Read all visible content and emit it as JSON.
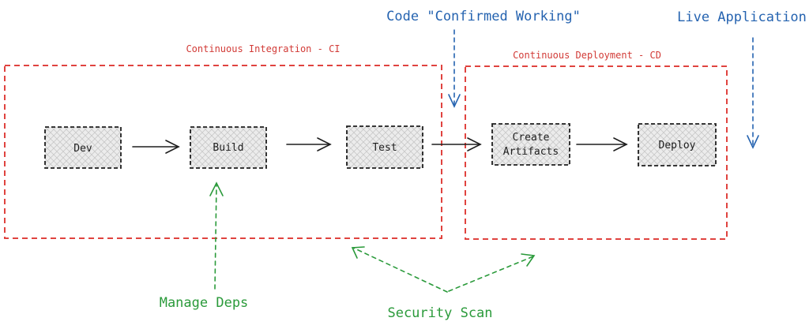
{
  "groups": {
    "ci": {
      "label": "Continuous Integration - CI"
    },
    "cd": {
      "label": "Continuous Deployment - CD"
    }
  },
  "nodes": {
    "dev": "Dev",
    "build": "Build",
    "test": "Test",
    "artifacts": [
      "Create",
      "Artifacts"
    ],
    "deploy": "Deploy"
  },
  "annotations": {
    "confirmed": "Code \"Confirmed Working\"",
    "live": "Live Application",
    "deps": "Manage Deps",
    "security": "Security Scan"
  },
  "colors": {
    "group_border": "#e0433f",
    "group_label": "#d23b37",
    "blue": "#2563b0",
    "green": "#2a9a3a",
    "node_fill": "#e6e6e6",
    "ink": "#1e1e1e"
  }
}
